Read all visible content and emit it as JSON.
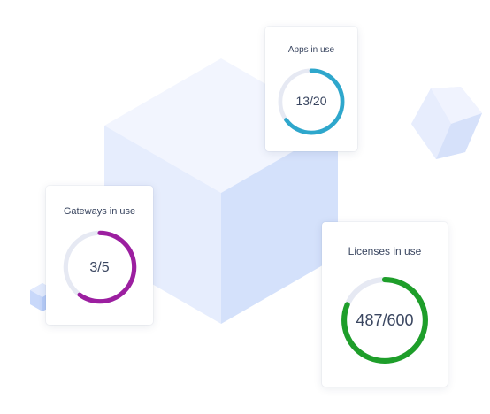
{
  "colors": {
    "track": "#e6e9f3",
    "apps": "#2ea7cc",
    "gateways": "#9c1fa0",
    "licenses": "#1e9e2a",
    "cube_light": "#f0f4fe",
    "cube_mid": "#dfe8fc",
    "cube_dark": "#cddcf9"
  },
  "cards": {
    "apps": {
      "title": "Apps in use",
      "value_text": "13/20",
      "used": 13,
      "total": 20,
      "color": "#2ea7cc"
    },
    "gateways": {
      "title": "Gateways in use",
      "value_text": "3/5",
      "used": 3,
      "total": 5,
      "color": "#9c1fa0"
    },
    "licenses": {
      "title": "Licenses in use",
      "value_text": "487/600",
      "used": 487,
      "total": 600,
      "color": "#1e9e2a"
    }
  }
}
